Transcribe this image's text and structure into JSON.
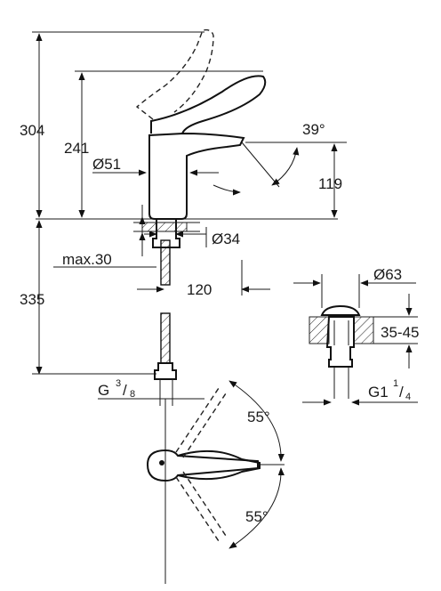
{
  "dimensions": {
    "total_height_raised": "304",
    "total_height": "241",
    "spout_angle": "39°",
    "body_diameter": "Ø51",
    "spout_height": "119",
    "hole_diameter": "Ø34",
    "max_deck_thickness": "max.30",
    "below_deck_length": "335",
    "spout_reach": "120",
    "waste_diameter": "Ø63",
    "waste_thread_main": "G1",
    "waste_thread_num": "1",
    "waste_thread_den": "4",
    "deck_range": "35-45",
    "supply_thread_main": "G",
    "supply_thread_num": "3",
    "supply_thread_den": "8",
    "lever_angle_top": "55°",
    "lever_angle_bottom": "55°"
  }
}
